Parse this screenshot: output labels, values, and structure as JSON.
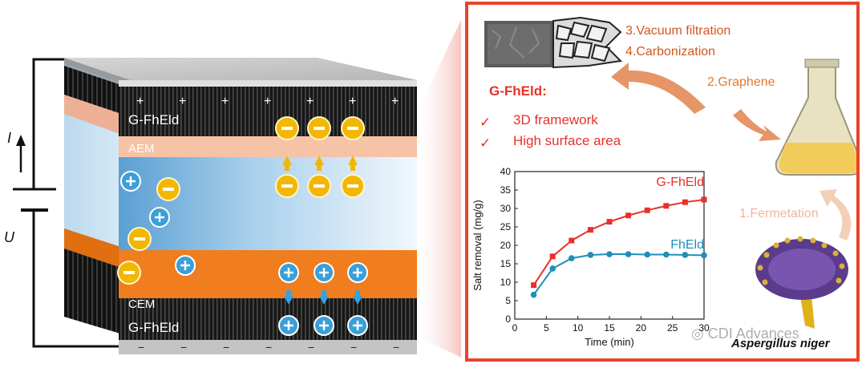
{
  "cell": {
    "electrode_top": "G-FhEld",
    "electrode_bottom": "G-FhEld",
    "aem": "AEM",
    "cem": "CEM",
    "current_symbol": "I",
    "voltage_symbol": "U",
    "plus_sign": "+",
    "minus_sign": "−",
    "plus_count": 7,
    "minus_count": 7
  },
  "process": {
    "step1": "1.Fermetation",
    "step2": "2.Graphene",
    "step3": "3.Vacuum filtration",
    "step4": "4.Carbonization",
    "material_title": "G-FhEld:",
    "feature1": "3D framework",
    "feature2": "High surface area",
    "check_mark": "✓",
    "organism": "Aspergillus niger",
    "watermark": "CDI Advances"
  },
  "chart_data": {
    "type": "line",
    "xlabel": "Time (min)",
    "ylabel": "Salt removal (mg/g)",
    "xlim": [
      0,
      30
    ],
    "ylim": [
      0,
      40
    ],
    "xticks": [
      0,
      5,
      10,
      15,
      20,
      25,
      30
    ],
    "yticks": [
      0,
      5,
      10,
      15,
      20,
      25,
      30,
      35,
      40
    ],
    "grid": false,
    "x": [
      3,
      6,
      9,
      12,
      15,
      18,
      21,
      24,
      27,
      30
    ],
    "series": [
      {
        "name": "G-FhEld",
        "color": "#e8312a",
        "values": [
          9.2,
          17.0,
          21.3,
          24.2,
          26.4,
          28.1,
          29.5,
          30.7,
          31.7,
          32.4
        ]
      },
      {
        "name": "FhEld",
        "color": "#1e8fb9",
        "values": [
          6.6,
          13.7,
          16.5,
          17.4,
          17.6,
          17.6,
          17.5,
          17.5,
          17.4,
          17.3
        ]
      }
    ]
  },
  "colors": {
    "accent": "#e8452c",
    "cation": "#3b9fd8",
    "anion": "#f2b705",
    "aem_band": "#f7c3a6",
    "cem_band": "#f07d1e",
    "electrode": "#1a1a1a"
  }
}
